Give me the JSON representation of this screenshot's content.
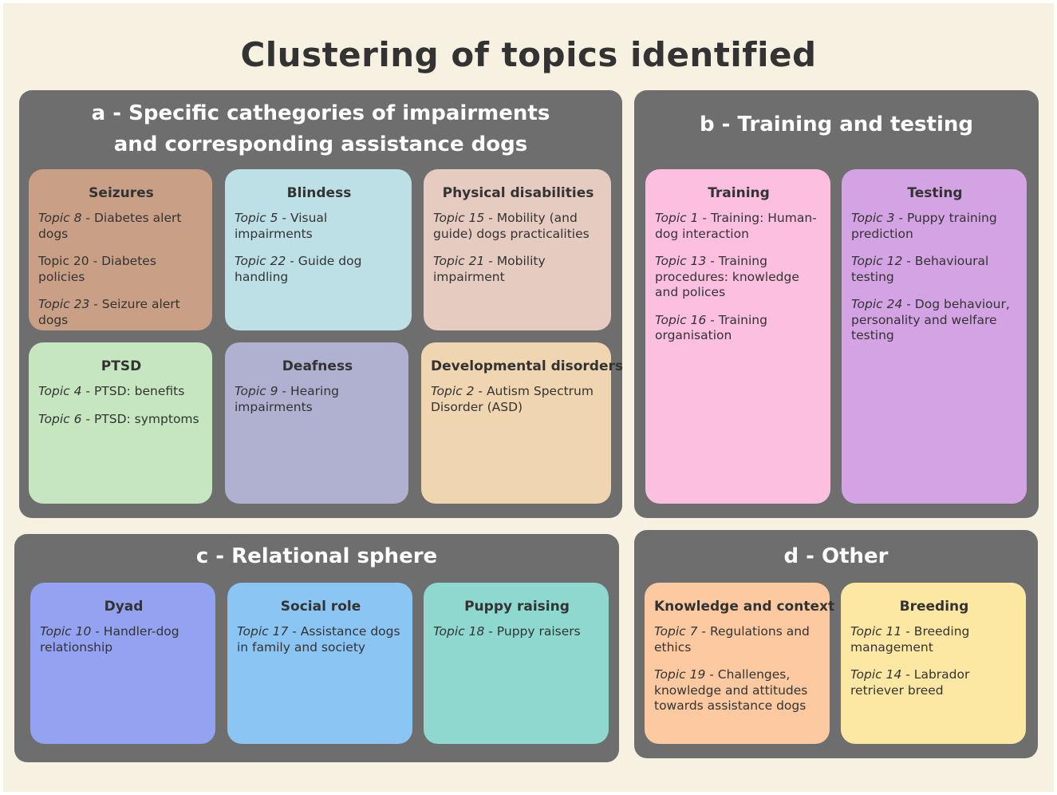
{
  "title": "Clustering of topics identified",
  "colors": {
    "background": "#f7f1e1",
    "panel": "#6e6e6e",
    "text": "#333333"
  },
  "panels": [
    {
      "id": "a",
      "title": "a - Specific cathegories of impairments\nand corresponding assistance dogs",
      "cards": [
        {
          "title": "Seizures",
          "color": "#c9a086",
          "topics": [
            {
              "label": "Topic 8",
              "text": " - Diabetes alert dogs",
              "italic": true
            },
            {
              "label": "Topic 20",
              "text": " - Diabetes policies",
              "italic": false
            },
            {
              "label": "Topic 23",
              "text": " - Seizure alert dogs",
              "italic": true
            }
          ]
        },
        {
          "title": "Blindess",
          "color": "#bde0e6",
          "topics": [
            {
              "label": "Topic 5",
              "text": " - Visual impairments",
              "italic": true
            },
            {
              "label": "Topic 22",
              "text": " - Guide dog handling",
              "italic": true
            }
          ]
        },
        {
          "title": "Physical disabilities",
          "color": "#e6cbc1",
          "topics": [
            {
              "label": "Topic 15",
              "text": " - Mobility (and guide) dogs practicalities",
              "italic": true
            },
            {
              "label": "Topic 21",
              "text": " - Mobility impairment",
              "italic": true
            }
          ]
        },
        {
          "title": "PTSD",
          "color": "#c6e6bf",
          "topics": [
            {
              "label": "Topic 4",
              "text": " - PTSD: benefits",
              "italic": true
            },
            {
              "label": "Topic 6",
              "text": " - PTSD: symptoms",
              "italic": true
            }
          ]
        },
        {
          "title": "Deafness",
          "color": "#b0b1d0",
          "topics": [
            {
              "label": "Topic 9",
              "text": " - Hearing impairments",
              "italic": true
            }
          ]
        },
        {
          "title": "Developmental disorders",
          "color": "#f0d6b0",
          "topics": [
            {
              "label": "Topic 2",
              "text": " - Autism Spectrum Disorder (ASD)",
              "italic": true
            }
          ]
        }
      ]
    },
    {
      "id": "b",
      "title": "b - Training and testing",
      "cards": [
        {
          "title": "Training",
          "color": "#fdbfe0",
          "topics": [
            {
              "label": "Topic 1",
              "text": " - Training: Human-dog interaction",
              "italic": true
            },
            {
              "label": "Topic 13",
              "text": " - Training procedures: knowledge and polices",
              "italic": true
            },
            {
              "label": "Topic 16",
              "text": " - Training organisation",
              "italic": true
            }
          ]
        },
        {
          "title": "Testing",
          "color": "#d4a3e3",
          "topics": [
            {
              "label": "Topic 3",
              "text": " - Puppy training prediction",
              "italic": true
            },
            {
              "label": "Topic 12",
              "text": " - Behavioural testing",
              "italic": true
            },
            {
              "label": "Topic 24",
              "text": " - Dog behaviour, personality and welfare testing",
              "italic": true
            }
          ]
        }
      ]
    },
    {
      "id": "c",
      "title": "c - Relational sphere",
      "cards": [
        {
          "title": "Dyad",
          "color": "#93a3f1",
          "topics": [
            {
              "label": "Topic 10",
              "text": " - Handler-dog relationship",
              "italic": true
            }
          ]
        },
        {
          "title": "Social role",
          "color": "#8bc5f3",
          "topics": [
            {
              "label": "Topic 17",
              "text": " - Assistance dogs in family and society",
              "italic": true
            }
          ]
        },
        {
          "title": "Puppy raising",
          "color": "#8ed8cf",
          "topics": [
            {
              "label": "Topic 18",
              "text": " - Puppy raisers",
              "italic": true
            }
          ]
        }
      ]
    },
    {
      "id": "d",
      "title": "d - Other",
      "cards": [
        {
          "title": "Knowledge and context",
          "color": "#fdc9a1",
          "topics": [
            {
              "label": "Topic 7",
              "text": " - Regulations and ethics",
              "italic": true
            },
            {
              "label": "Topic 19",
              "text": " - Challenges, knowledge and attitudes towards assistance dogs",
              "italic": true
            }
          ]
        },
        {
          "title": "Breeding",
          "color": "#fde8a3",
          "topics": [
            {
              "label": "Topic 11",
              "text": " - Breeding management",
              "italic": true
            },
            {
              "label": "Topic 14",
              "text": " - Labrador retriever breed",
              "italic": true
            }
          ]
        }
      ]
    }
  ]
}
